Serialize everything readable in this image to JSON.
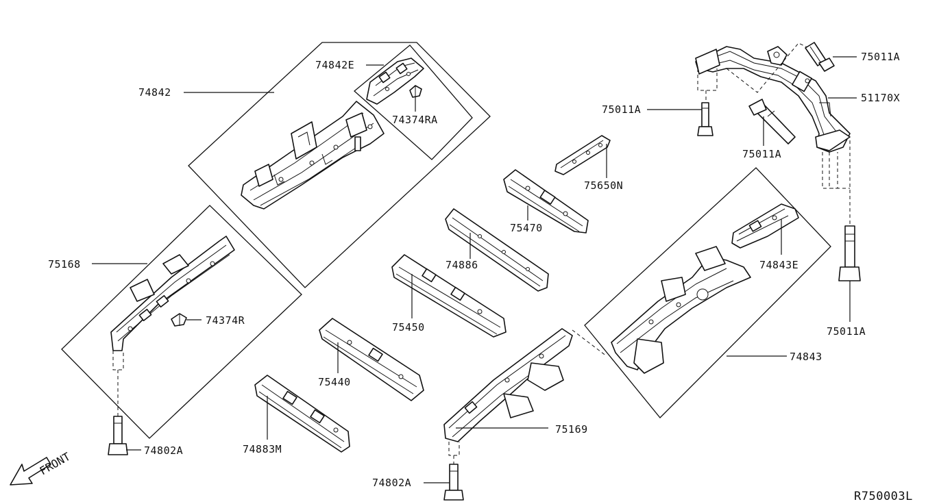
{
  "diagram": {
    "reference_code": "R750003L",
    "direction_label": "FRONT",
    "callouts": {
      "p74842": "74842",
      "p74842E": "74842E",
      "p74374RA": "74374RA",
      "p75011A_top": "75011A",
      "p51170X": "51170X",
      "p75011A_left": "75011A",
      "p75011A_mid": "75011A",
      "p75650N": "75650N",
      "p75470": "75470",
      "p74886": "74886",
      "p75450": "75450",
      "p75168": "75168",
      "p74374R": "74374R",
      "p74843E": "74843E",
      "p75011A_bottom": "75011A",
      "p74843": "74843",
      "p75440": "75440",
      "p75169": "75169",
      "p74802A_left": "74802A",
      "p74883M": "74883M",
      "p74802A_bottom": "74802A"
    }
  }
}
